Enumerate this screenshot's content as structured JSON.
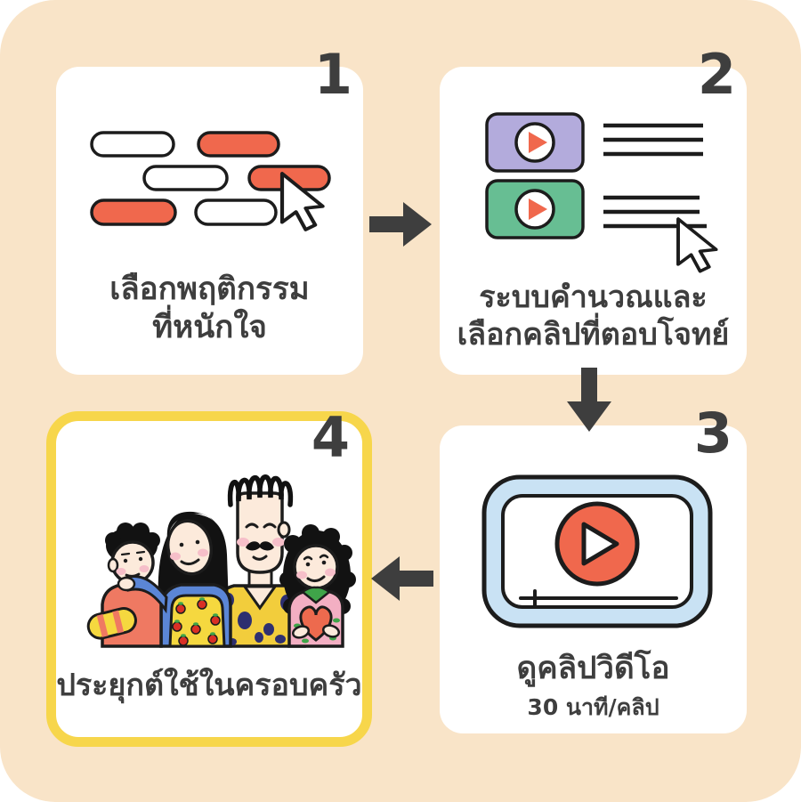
{
  "poster": {
    "type": "process-infographic",
    "language": "th",
    "steps": [
      {
        "number": "1",
        "caption1": "เลือกพฤติกรรม",
        "caption2": "ที่หนักใจ",
        "icon": "behavior-pills-with-cursor",
        "highlighted": false
      },
      {
        "number": "2",
        "caption1": "ระบบคำนวณและ",
        "caption2": "เลือกคลิปที่ตอบโจทย์",
        "icon": "video-thumbnails-list-with-cursor",
        "highlighted": false
      },
      {
        "number": "3",
        "caption1": "ดูคลิปวิดีโอ",
        "caption2": "30 นาที/คลิป",
        "icon": "video-player",
        "highlighted": false
      },
      {
        "number": "4",
        "caption1": "ประยุกต์ใช้ในครอบครัว",
        "icon": "family-illustration",
        "highlighted": true
      }
    ],
    "arrows": [
      {
        "from": "1",
        "to": "2",
        "direction": "right"
      },
      {
        "from": "2",
        "to": "3",
        "direction": "down"
      },
      {
        "from": "3",
        "to": "4",
        "direction": "left"
      }
    ]
  },
  "colors": {
    "background": "#F9E4C8",
    "card": "#FFFFFF",
    "text": "#3E3E3E",
    "outline": "#1C1C1C",
    "coral": "#F0684D",
    "purple": "#B3ABDC",
    "green": "#67BE93",
    "lightblue": "#C9E2F4",
    "yellow": "#F7D64B"
  }
}
